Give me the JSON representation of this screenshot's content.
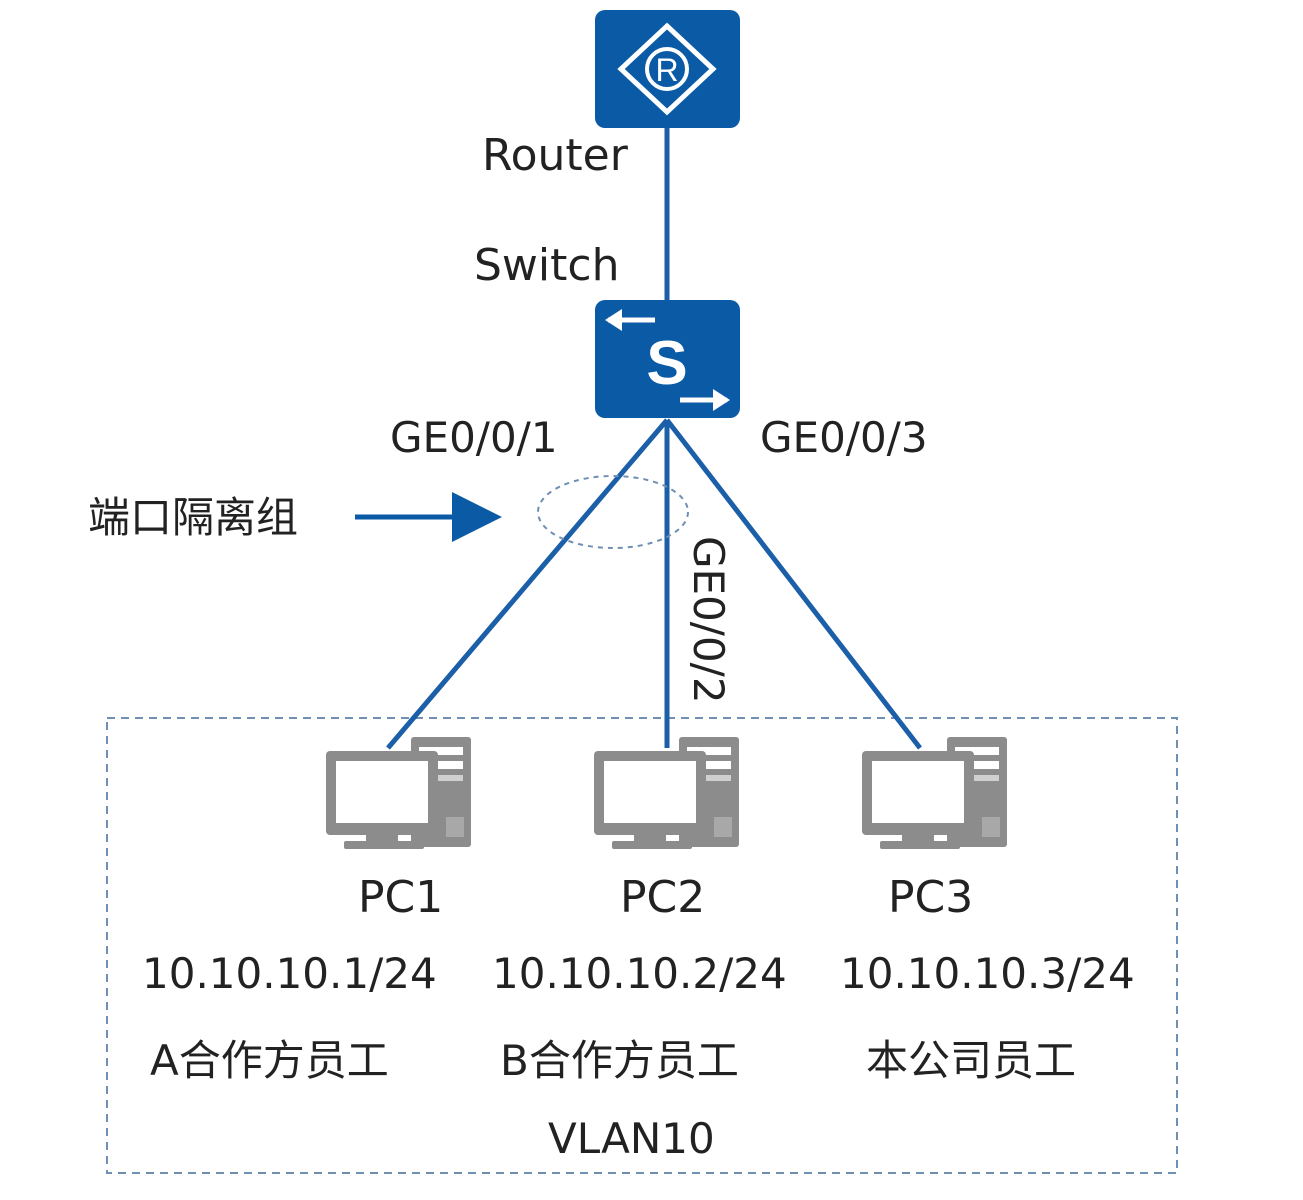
{
  "router": {
    "label": "Router",
    "icon": "router-icon",
    "glyph": "R"
  },
  "switch": {
    "label": "Switch",
    "icon": "switch-icon",
    "glyph": "S"
  },
  "ports": {
    "p1": "GE0/0/1",
    "p2": "GE0/0/2",
    "p3": "GE0/0/3"
  },
  "isolation_group": {
    "label": "端口隔离组"
  },
  "pcs": [
    {
      "name": "PC1",
      "ip": "10.10.10.1/24",
      "role": "A合作方员工"
    },
    {
      "name": "PC2",
      "ip": "10.10.10.2/24",
      "role": "B合作方员工"
    },
    {
      "name": "PC3",
      "ip": "10.10.10.3/24",
      "role": "本公司员工"
    }
  ],
  "vlan": {
    "label": "VLAN10"
  },
  "colors": {
    "device_blue": "#0a5aa6",
    "link_blue": "#1b5fa8",
    "dashed_border": "#6f8fb3",
    "pc_gray": "#8c8c8c",
    "text": "#222222"
  }
}
